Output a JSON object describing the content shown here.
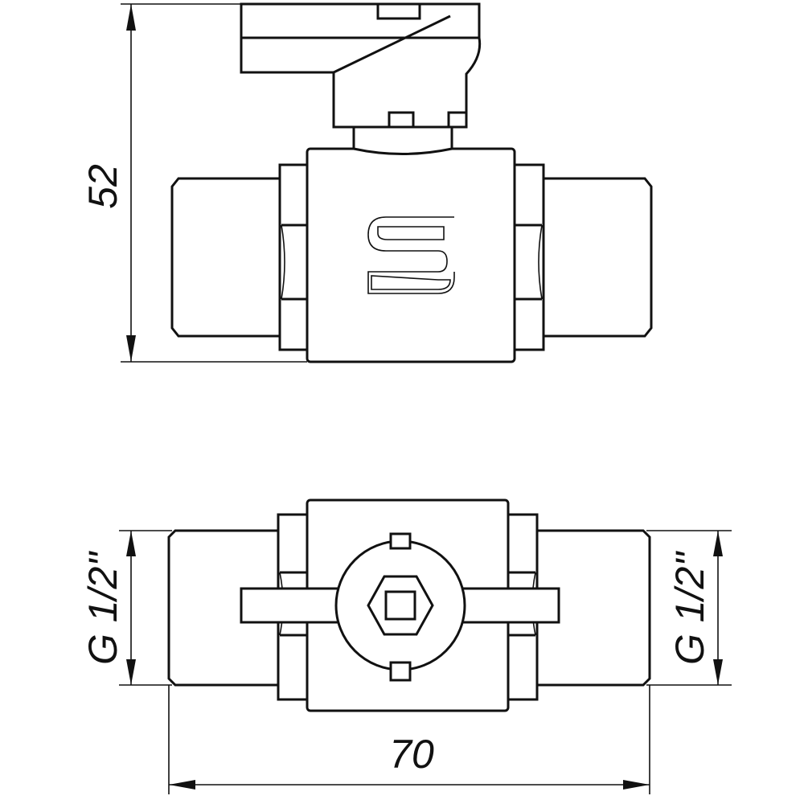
{
  "dimensions": {
    "height": "52",
    "length": "70",
    "thread_left": "G 1/2\"",
    "thread_right": "G 1/2\""
  },
  "views": [
    "front-view",
    "top-view"
  ],
  "logo": "S"
}
